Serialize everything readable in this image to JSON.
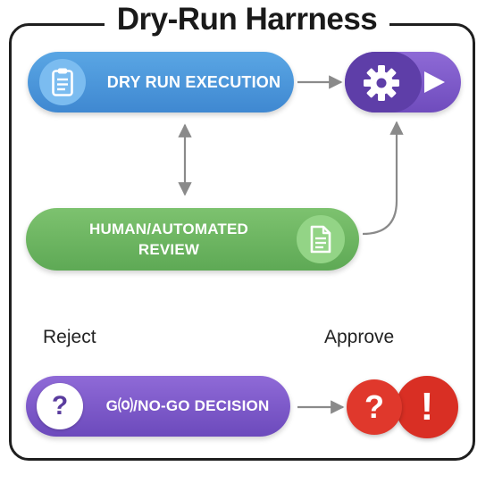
{
  "title": "Dry-Run Harrness",
  "nodes": {
    "dry_run": {
      "label": "DRY RUN EXECUTION",
      "icon": "clipboard-icon",
      "color": "#4a95da"
    },
    "execute": {
      "icons": [
        "gear-icon",
        "play-icon"
      ],
      "color": "#7a58c9"
    },
    "review": {
      "label_line1": "HUMAN/AUTOMATED",
      "label_line2": "REVIEW",
      "icon": "document-icon",
      "color": "#6bb660"
    },
    "decision": {
      "label": "G⒪/NO-GO DECISION",
      "icon": "question-mark-icon",
      "icon_glyph": "?",
      "color": "#7b58c9"
    }
  },
  "labels": {
    "reject": "Reject",
    "approve": "Approve"
  },
  "outcome_icons": {
    "question": "?",
    "exclamation": "!",
    "color": "#dd3429"
  }
}
